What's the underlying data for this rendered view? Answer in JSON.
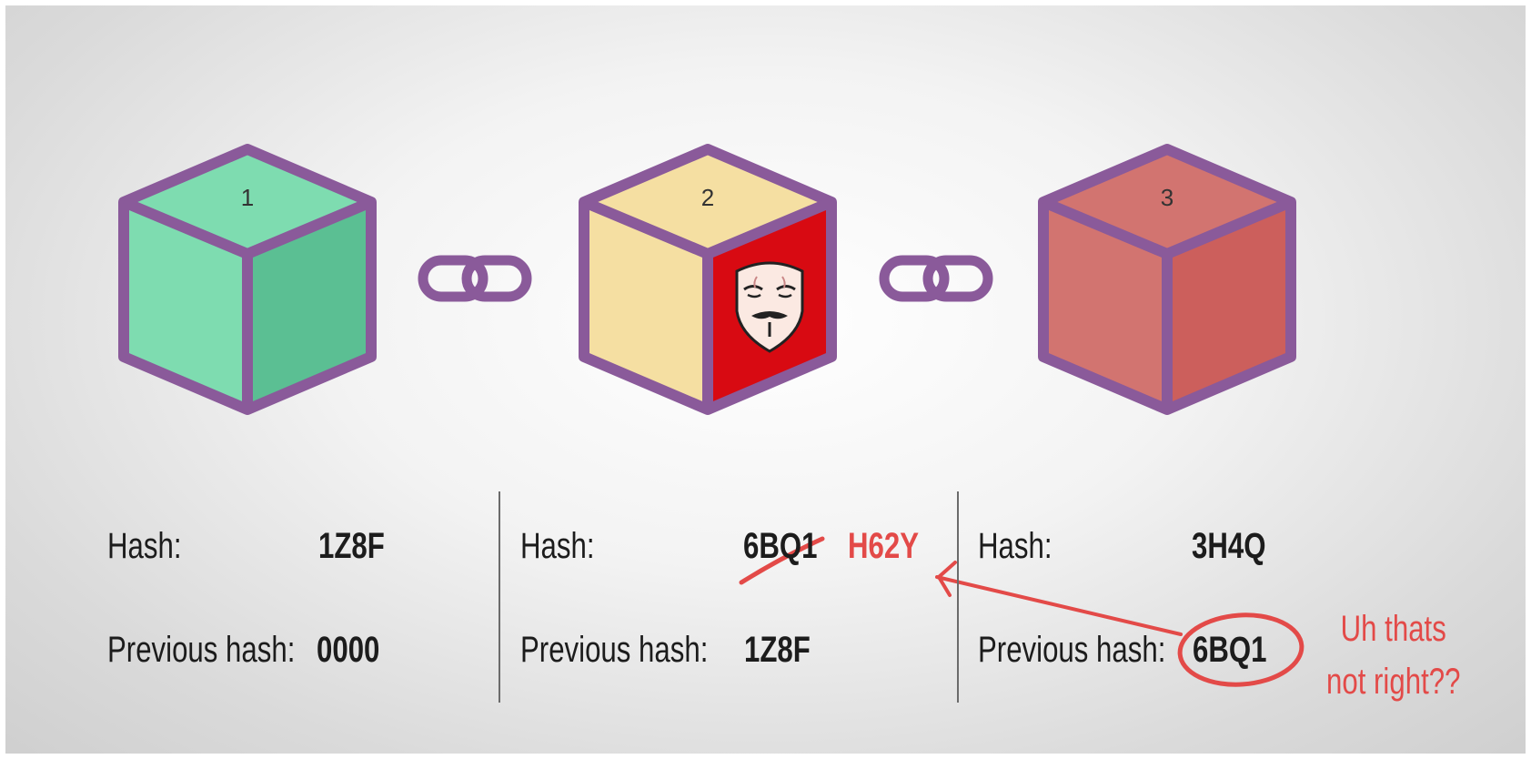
{
  "blocks": [
    {
      "number": "1",
      "hash_label": "Hash:",
      "hash": "1Z8F",
      "prev_label": "Previous hash:",
      "prev_hash": "0000",
      "colors": {
        "top": "#7edcb0",
        "left": "#7edcb0",
        "right": "#5bbf93"
      }
    },
    {
      "number": "2",
      "hash_label": "Hash:",
      "hash_old": "6BQ1",
      "hash_new": "H62Y",
      "prev_label": "Previous hash:",
      "prev_hash": "1Z8F",
      "colors": {
        "top": "#f5dfa2",
        "left": "#f5dfa2",
        "right": "#d80a12"
      },
      "icon": "anonymous-mask-icon"
    },
    {
      "number": "3",
      "hash_label": "Hash:",
      "hash": "3H4Q",
      "prev_label": "Previous hash:",
      "prev_hash": "6BQ1",
      "colors": {
        "top": "#d27470",
        "left": "#d27470",
        "right": "#cc5f5c"
      }
    }
  ],
  "annotation": {
    "line1": "Uh thats",
    "line2": "not right??",
    "color": "#e34a48"
  },
  "connector_icon": "chain-link-icon",
  "outline_color": "#8a5a9a"
}
